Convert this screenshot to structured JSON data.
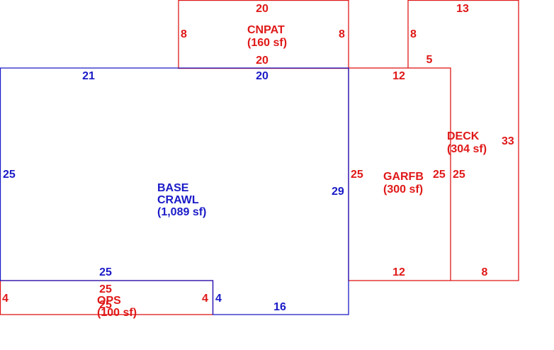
{
  "colors": {
    "base": "#1a1ac8",
    "addon": "#e01818"
  },
  "areas": {
    "base": {
      "name_line1": "BASE",
      "name_line2": "CRAWL",
      "area": "(1,089 sf)"
    },
    "cnpat": {
      "name": "CNPAT",
      "area": "(160 sf)"
    },
    "garfb": {
      "name": "GARFB",
      "area": "(300 sf)"
    },
    "deck": {
      "name": "DECK",
      "area": "(304 sf)"
    },
    "ops": {
      "name": "OPS",
      "area": "(100 sf)"
    }
  },
  "dims": {
    "cnpat_top": "20",
    "cnpat_left": "8",
    "cnpat_right": "8",
    "cnpat_bottom": "20",
    "base_top_left": "21",
    "base_top_mid": "20",
    "base_left": "25",
    "base_right": "29",
    "base_bottom_left": "25",
    "base_bottom_right": "16",
    "base_step": "4",
    "garfb_top": "12",
    "garfb_left": "25",
    "garfb_right": "25",
    "garfb_bottom": "12",
    "deck_top": "13",
    "deck_left_upper": "8",
    "deck_step": "5",
    "deck_left_lower": "25",
    "deck_right": "33",
    "deck_bottom": "8",
    "ops_top": "25",
    "ops_left": "4",
    "ops_right": "4",
    "ops_bottom": "25"
  }
}
